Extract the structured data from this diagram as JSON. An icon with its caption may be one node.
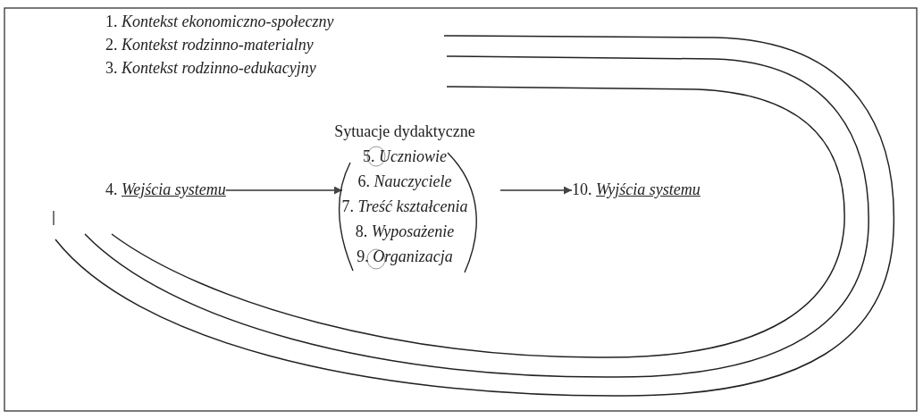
{
  "diagram": {
    "nodes": [
      {
        "text": [
          "4. *Wejścia systemu*"
        ]
      },
      {
        "text": [
          "Sytuacje dydaktyczne",
          "5. *Uczniowie*",
          "6. *Nauczyciele*",
          "7. *Treść kształcenia*",
          "8. *Wyposażenie*",
          "9. *Organizacja*"
        ]
      },
      {
        "text": [
          "10. *Wyjścia systemu*"
        ]
      }
    ],
    "edges": [
      {
        "from": 0,
        "to": 1,
        "arrow": "to"
      },
      {
        "from": 1,
        "to": 2,
        "arrow": "to"
      }
    ],
    "labels": [
      "1. *Kontekst ekonomiczno-społeczny*",
      "2. *Kontekst rodzinno-materialny*",
      "3. *Kontekst rodzinno-edukacyjny*"
    ]
  }
}
